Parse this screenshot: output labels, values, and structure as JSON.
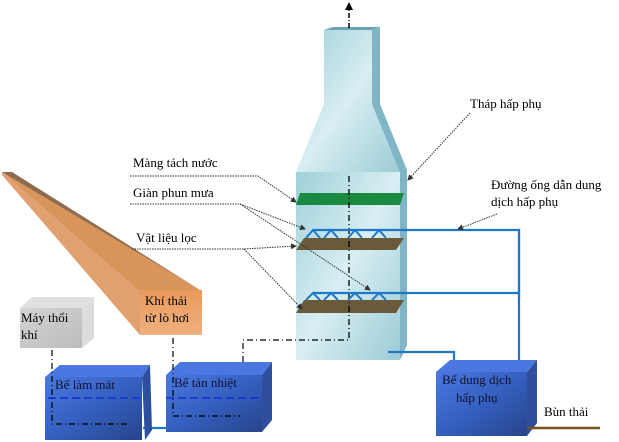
{
  "diagram": {
    "labels": {
      "tower": "Tháp hấp phụ",
      "mist_eliminator": "Màng tách nước",
      "spray_nozzles": "Giàn phun mưa",
      "filter_media": "Vật liệu lọc",
      "solution_pipe_line1": "Đường ống dẫn dung",
      "solution_pipe_line2": "dịch hấp phụ",
      "blower_line1": "Máy thổi",
      "blower_line2": "khí",
      "flue_gas_line1": "Khí thải",
      "flue_gas_line2": "từ lò hơi",
      "cooling_tank": "Bể làm mát",
      "heat_tank": "Bể tản nhiệt",
      "absorbent_tank_line1": "Bể dung dịch",
      "absorbent_tank_line2": "hấp phụ",
      "sludge": "Bùn thải"
    },
    "colors": {
      "tower": "#a8d8e0",
      "tower_side": "#7fb5c4",
      "mist_eliminator": "#1a8a40",
      "filter_media": "#6b5a3a",
      "pipe": "#1e78c8",
      "tank": "#3b64c8",
      "flue_duct": "#d9945a",
      "blower": "#c8c8c8",
      "sludge_pipe": "#7a5020"
    }
  }
}
